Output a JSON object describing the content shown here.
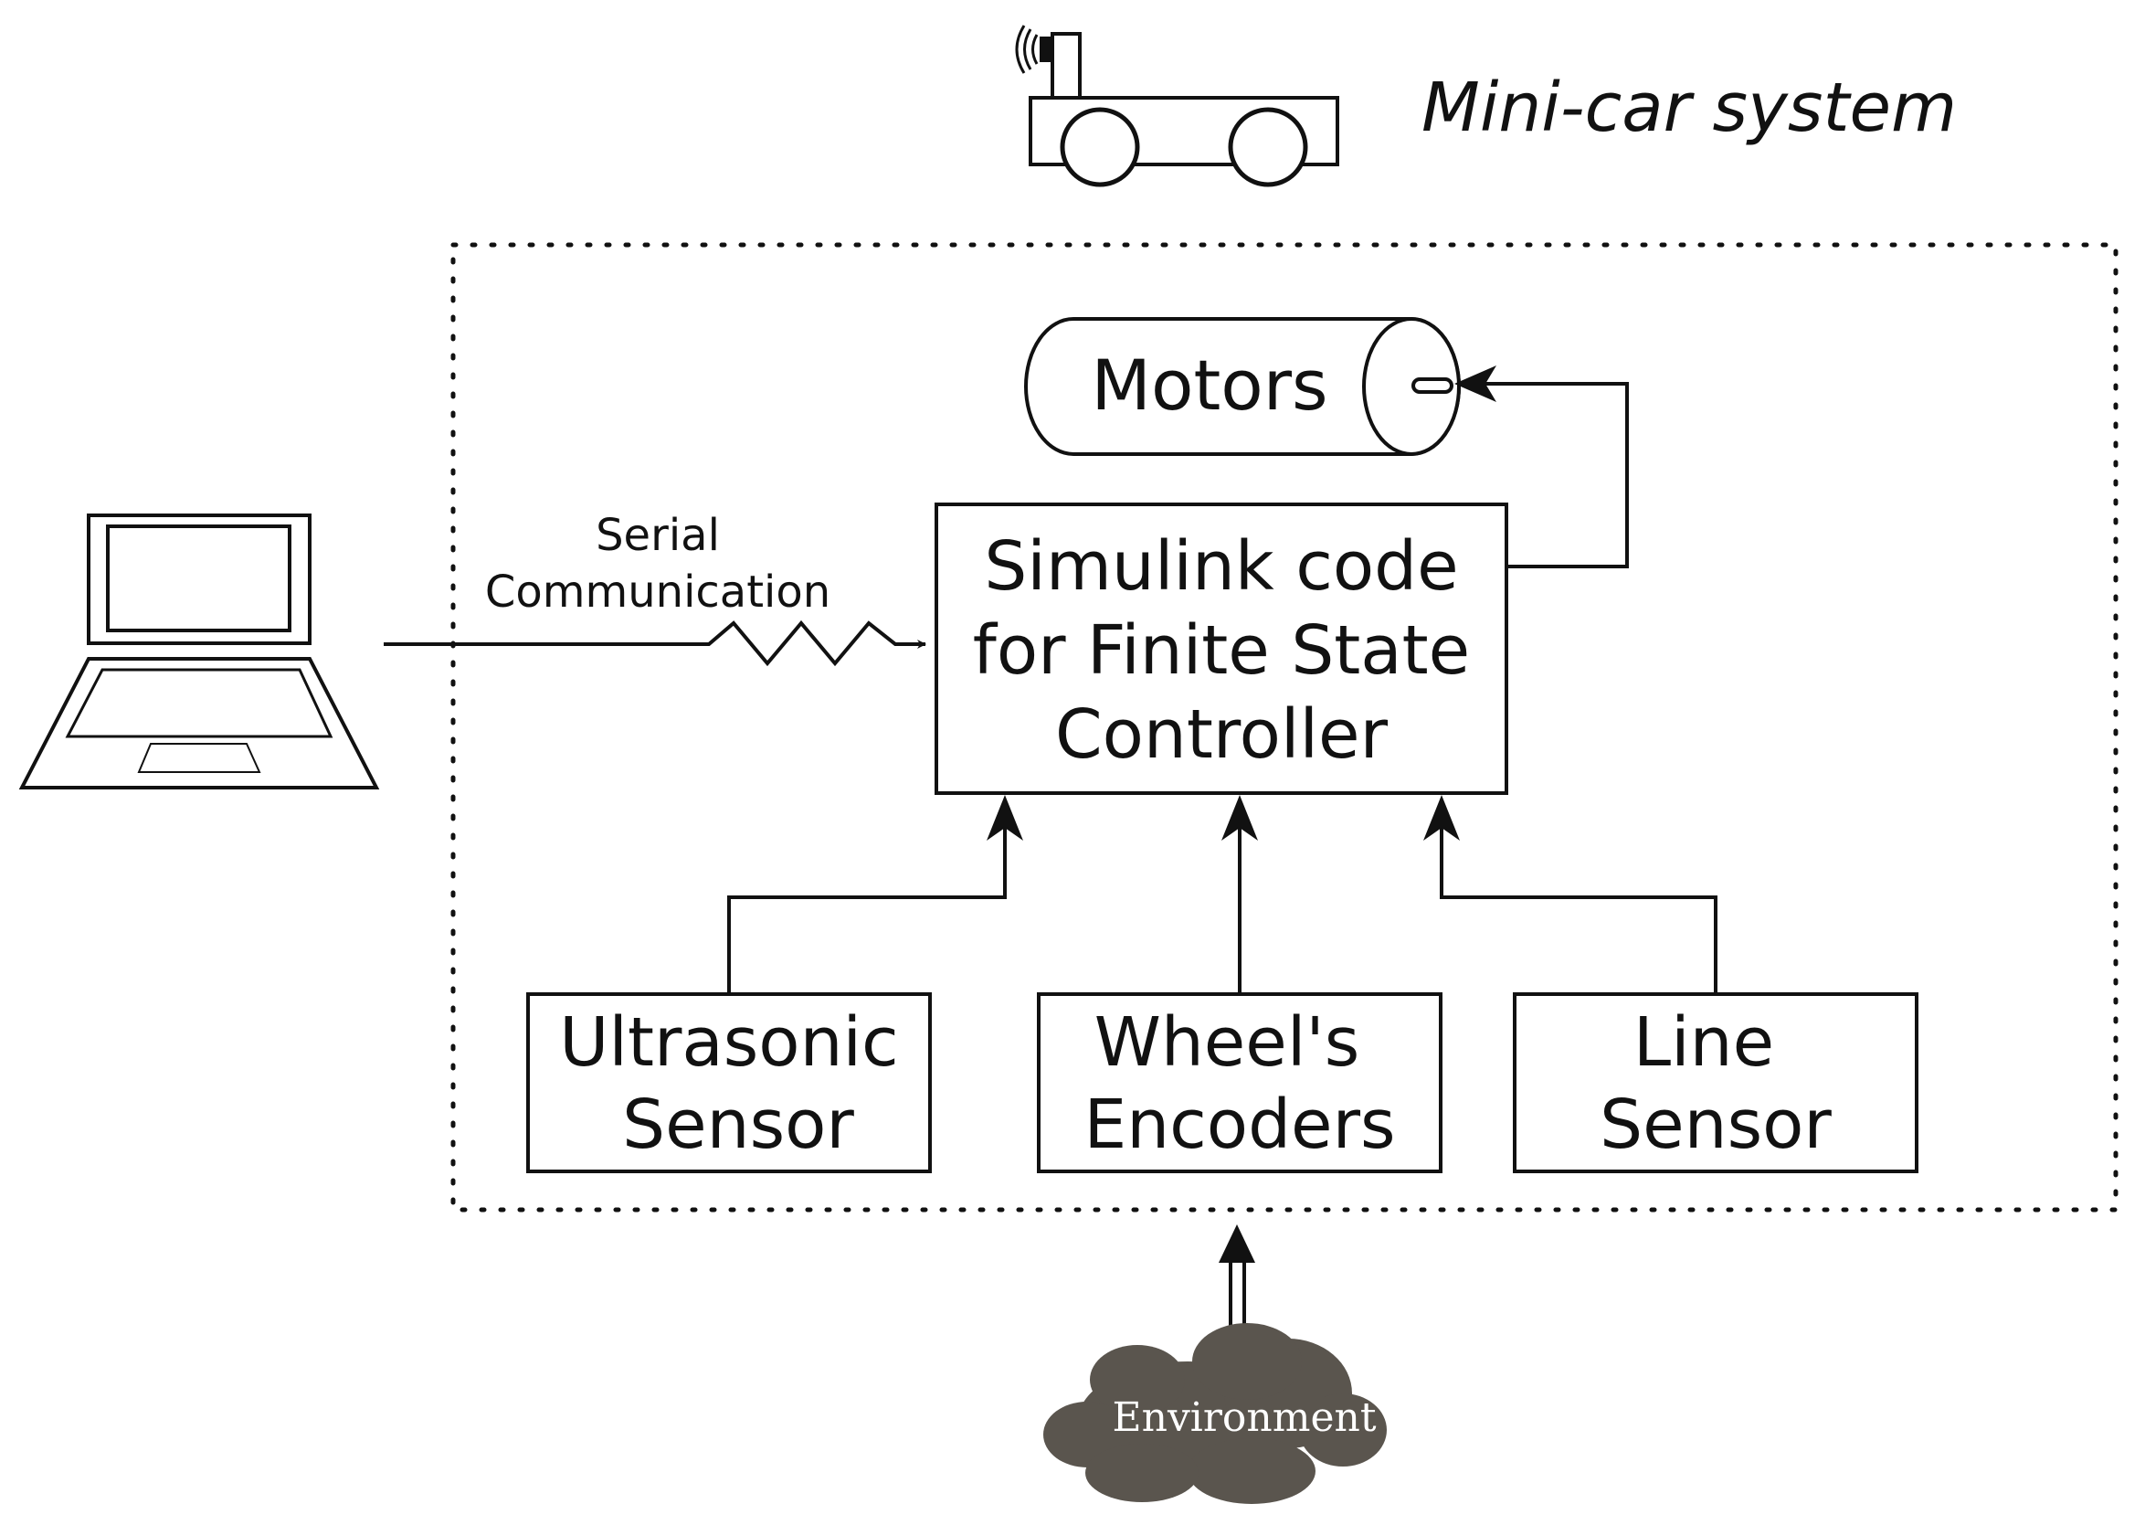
{
  "title": "Mini-car system",
  "serial_link": {
    "line1": "Serial",
    "line2": "Communication"
  },
  "controller": {
    "line1": "Simulink code",
    "line2": "for Finite State",
    "line3": "Controller"
  },
  "motors": {
    "label": "Motors"
  },
  "sensors": {
    "ultrasonic": {
      "line1": "Ultrasonic",
      "line2": "Sensor"
    },
    "encoders": {
      "line1": "Wheel's",
      "line2": "Encoders"
    },
    "line": {
      "line1": "Line",
      "line2": "Sensor"
    }
  },
  "environment": {
    "label": "Environment"
  },
  "icons": {
    "laptop": "laptop-icon",
    "car": "mini-car-icon",
    "cloud": "cloud-icon"
  },
  "colors": {
    "stroke": "#111111",
    "cloud_fill": "#5a554e",
    "cloud_text": "#ffffff"
  }
}
